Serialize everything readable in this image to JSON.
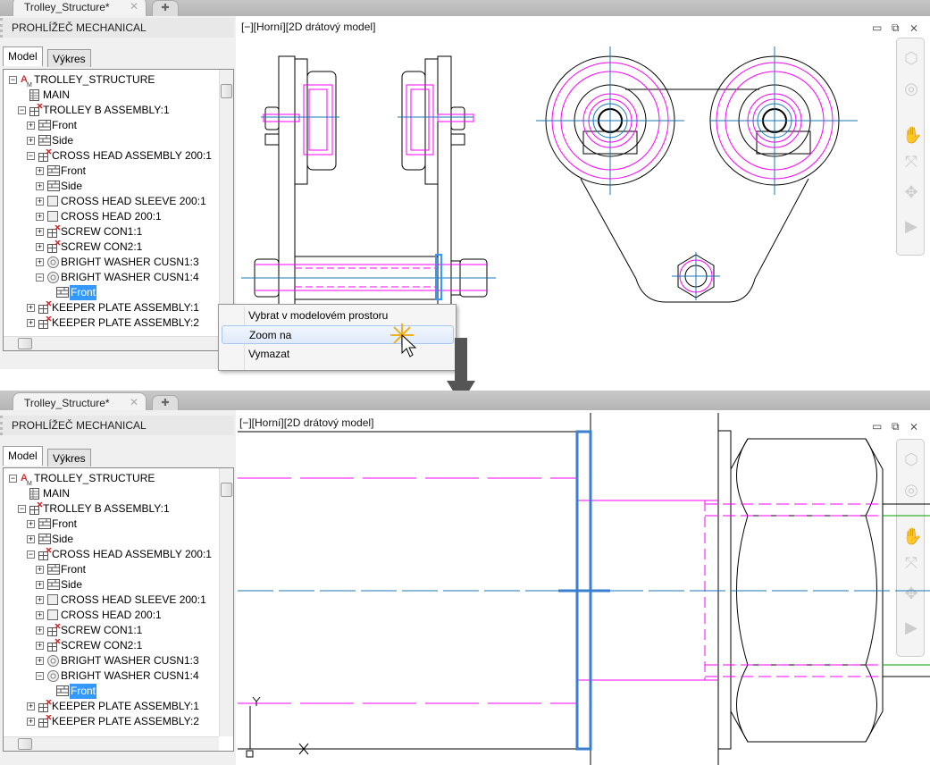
{
  "document_tab": {
    "label": "Trolley_Structure*",
    "close_icon": "close-icon",
    "new_tab_icon": "plus-icon"
  },
  "browser": {
    "title": "PROHLÍŽEČ MECHANICAL",
    "tabs": [
      {
        "label": "Model",
        "active": true
      },
      {
        "label": "Výkres",
        "active": false
      }
    ],
    "tree": [
      {
        "label": "TROLLEY_STRUCTURE",
        "depth": 0,
        "expander": "minus",
        "icon": "am-logo"
      },
      {
        "label": "MAIN",
        "depth": 1,
        "expander": "none",
        "icon": "sheet"
      },
      {
        "label": "TROLLEY B ASSEMBLY:1",
        "depth": 1,
        "expander": "minus",
        "icon": "assembly"
      },
      {
        "label": "Front",
        "depth": 2,
        "expander": "plus",
        "icon": "view"
      },
      {
        "label": "Side",
        "depth": 2,
        "expander": "plus",
        "icon": "view"
      },
      {
        "label": "CROSS HEAD ASSEMBLY 200:1",
        "depth": 2,
        "expander": "minus",
        "icon": "assembly"
      },
      {
        "label": "Front",
        "depth": 3,
        "expander": "plus",
        "icon": "view"
      },
      {
        "label": "Side",
        "depth": 3,
        "expander": "plus",
        "icon": "view"
      },
      {
        "label": "CROSS HEAD SLEEVE 200:1",
        "depth": 3,
        "expander": "plus",
        "icon": "part"
      },
      {
        "label": "CROSS HEAD 200:1",
        "depth": 3,
        "expander": "plus",
        "icon": "part"
      },
      {
        "label": "SCREW CON1:1",
        "depth": 3,
        "expander": "plus",
        "icon": "assembly"
      },
      {
        "label": "SCREW CON2:1",
        "depth": 3,
        "expander": "plus",
        "icon": "assembly"
      },
      {
        "label": "BRIGHT WASHER CUSN1:3",
        "depth": 3,
        "expander": "plus",
        "icon": "washer"
      },
      {
        "label": "BRIGHT WASHER CUSN1:4",
        "depth": 3,
        "expander": "minus",
        "icon": "washer"
      },
      {
        "label": "Front",
        "depth": 4,
        "expander": "none",
        "icon": "view",
        "selected": true
      },
      {
        "label": "KEEPER PLATE ASSEMBLY:1",
        "depth": 2,
        "expander": "plus",
        "icon": "assembly"
      },
      {
        "label": "KEEPER PLATE ASSEMBLY:2",
        "depth": 2,
        "expander": "plus",
        "icon": "assembly"
      }
    ]
  },
  "viewport": {
    "label": "[−][Horní][2D drátový model]"
  },
  "context_menu": {
    "items": [
      {
        "label": "Vybrat v modelovém prostoru"
      },
      {
        "label": "Zoom na",
        "highlighted": true
      },
      {
        "label": "Vymazat"
      }
    ]
  },
  "colors": {
    "accent": "#3399ff",
    "construction": "#ff00ff",
    "centerline": "#1a78b4",
    "hidden": "#00a000"
  }
}
